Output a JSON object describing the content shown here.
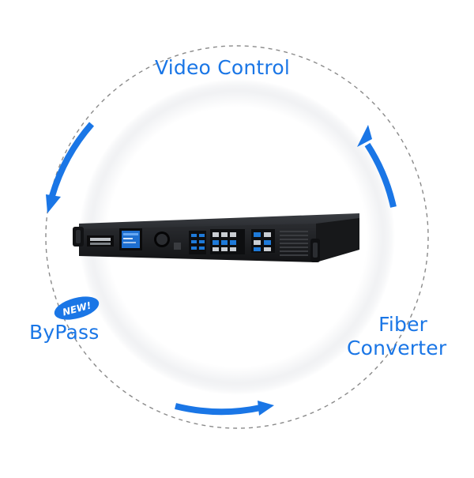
{
  "labels": {
    "video_control": "Video Control",
    "fiber_line1": "Fiber",
    "fiber_line2": "Converter",
    "bypass": "ByPass",
    "new_badge": "NEW!"
  },
  "colors": {
    "accent_blue": "#1a76e6",
    "dashed_circle": "#8a8a8a",
    "device_body": "#1f2124",
    "screen_blue": "#1e6fd0"
  },
  "icons": [
    "circular-arrow-icon",
    "arrow-icon",
    "device-image"
  ]
}
